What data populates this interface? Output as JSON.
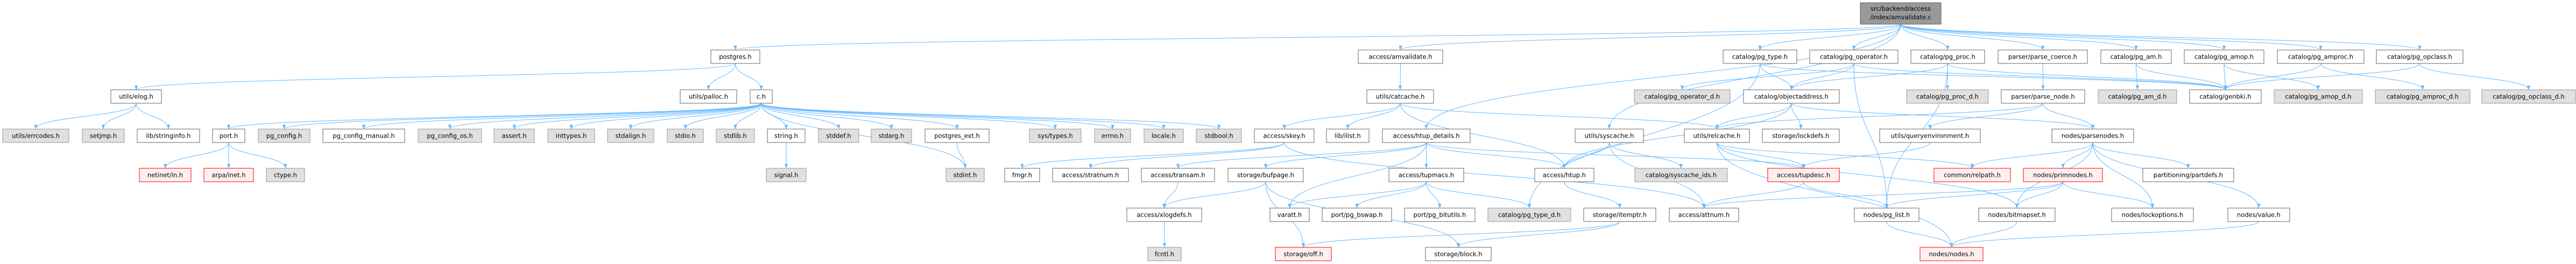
{
  "graph": {
    "title": "Include dependency graph for amvalidate.c",
    "root": {
      "line1": "src/backend/access",
      "line2": "/index/amvalidate.c"
    },
    "colors": {
      "edge": "#63b8ff",
      "normal": "#ffffff",
      "external": "#e0e0e0",
      "missing_border": "#ff0000",
      "root": "#999999"
    },
    "nodes": [
      {
        "id": "postgres",
        "label": "postgres.h",
        "kind": "normal"
      },
      {
        "id": "amvalidate_h",
        "label": "access/amvalidate.h",
        "kind": "normal"
      },
      {
        "id": "pg_type",
        "label": "catalog/pg_type.h",
        "kind": "normal"
      },
      {
        "id": "pg_operator",
        "label": "catalog/pg_operator.h",
        "kind": "normal"
      },
      {
        "id": "pg_proc",
        "label": "catalog/pg_proc.h",
        "kind": "normal"
      },
      {
        "id": "parse_coerce",
        "label": "parser/parse_coerce.h",
        "kind": "normal"
      },
      {
        "id": "pg_am",
        "label": "catalog/pg_am.h",
        "kind": "normal"
      },
      {
        "id": "pg_amop",
        "label": "catalog/pg_amop.h",
        "kind": "normal"
      },
      {
        "id": "pg_amproc",
        "label": "catalog/pg_amproc.h",
        "kind": "normal"
      },
      {
        "id": "pg_opclass",
        "label": "catalog/pg_opclass.h",
        "kind": "normal"
      },
      {
        "id": "elog",
        "label": "utils/elog.h",
        "kind": "normal"
      },
      {
        "id": "palloc",
        "label": "utils/palloc.h",
        "kind": "normal"
      },
      {
        "id": "c",
        "label": "c.h",
        "kind": "normal"
      },
      {
        "id": "catcache",
        "label": "utils/catcache.h",
        "kind": "normal"
      },
      {
        "id": "pg_operator_d",
        "label": "catalog/pg_operator_d.h",
        "kind": "external"
      },
      {
        "id": "objectaddress",
        "label": "catalog/objectaddress.h",
        "kind": "normal"
      },
      {
        "id": "pg_proc_d",
        "label": "catalog/pg_proc_d.h",
        "kind": "external"
      },
      {
        "id": "parse_node",
        "label": "parser/parse_node.h",
        "kind": "normal"
      },
      {
        "id": "pg_am_d",
        "label": "catalog/pg_am_d.h",
        "kind": "external"
      },
      {
        "id": "genbki",
        "label": "catalog/genbki.h",
        "kind": "normal"
      },
      {
        "id": "pg_amop_d",
        "label": "catalog/pg_amop_d.h",
        "kind": "external"
      },
      {
        "id": "pg_amproc_d",
        "label": "catalog/pg_amproc_d.h",
        "kind": "external"
      },
      {
        "id": "pg_opclass_d",
        "label": "catalog/pg_opclass_d.h",
        "kind": "external"
      },
      {
        "id": "errcodes",
        "label": "utils/errcodes.h",
        "kind": "external"
      },
      {
        "id": "setjmp",
        "label": "setjmp.h",
        "kind": "external"
      },
      {
        "id": "stringinfo",
        "label": "lib/stringinfo.h",
        "kind": "normal"
      },
      {
        "id": "port",
        "label": "port.h",
        "kind": "normal"
      },
      {
        "id": "pg_config",
        "label": "pg_config.h",
        "kind": "external"
      },
      {
        "id": "pg_config_manual",
        "label": "pg_config_manual.h",
        "kind": "normal"
      },
      {
        "id": "pg_config_os",
        "label": "pg_config_os.h",
        "kind": "external"
      },
      {
        "id": "assert",
        "label": "assert.h",
        "kind": "external"
      },
      {
        "id": "inttypes",
        "label": "inttypes.h",
        "kind": "external"
      },
      {
        "id": "stdalign",
        "label": "stdalign.h",
        "kind": "external"
      },
      {
        "id": "stdio",
        "label": "stdio.h",
        "kind": "external"
      },
      {
        "id": "stdlib",
        "label": "stdlib.h",
        "kind": "external"
      },
      {
        "id": "string",
        "label": "string.h",
        "kind": "normal"
      },
      {
        "id": "stddef",
        "label": "stddef.h",
        "kind": "external"
      },
      {
        "id": "stdarg",
        "label": "stdarg.h",
        "kind": "external"
      },
      {
        "id": "postgres_ext",
        "label": "postgres_ext.h",
        "kind": "normal"
      },
      {
        "id": "systypes",
        "label": "sys/types.h",
        "kind": "external"
      },
      {
        "id": "errno",
        "label": "errno.h",
        "kind": "external"
      },
      {
        "id": "locale",
        "label": "locale.h",
        "kind": "external"
      },
      {
        "id": "stdbool",
        "label": "stdbool.h",
        "kind": "external"
      },
      {
        "id": "skey",
        "label": "access/skey.h",
        "kind": "normal"
      },
      {
        "id": "ilist",
        "label": "lib/ilist.h",
        "kind": "normal"
      },
      {
        "id": "htup_details",
        "label": "access/htup_details.h",
        "kind": "normal"
      },
      {
        "id": "syscache",
        "label": "utils/syscache.h",
        "kind": "normal"
      },
      {
        "id": "relcache",
        "label": "utils/relcache.h",
        "kind": "normal"
      },
      {
        "id": "lockdefs",
        "label": "storage/lockdefs.h",
        "kind": "normal"
      },
      {
        "id": "queryenv",
        "label": "utils/queryenvironment.h",
        "kind": "normal"
      },
      {
        "id": "parsenodes",
        "label": "nodes/parsenodes.h",
        "kind": "normal"
      },
      {
        "id": "netinet",
        "label": "netinet/in.h",
        "kind": "missing"
      },
      {
        "id": "arpa",
        "label": "arpa/inet.h",
        "kind": "missing"
      },
      {
        "id": "ctype",
        "label": "ctype.h",
        "kind": "external"
      },
      {
        "id": "signal",
        "label": "signal.h",
        "kind": "external"
      },
      {
        "id": "stdint",
        "label": "stdint.h",
        "kind": "external"
      },
      {
        "id": "fmgr",
        "label": "fmgr.h",
        "kind": "normal"
      },
      {
        "id": "stratnum",
        "label": "access/stratnum.h",
        "kind": "normal"
      },
      {
        "id": "transam",
        "label": "access/transam.h",
        "kind": "normal"
      },
      {
        "id": "bufpage",
        "label": "storage/bufpage.h",
        "kind": "normal"
      },
      {
        "id": "tupmacs",
        "label": "access/tupmacs.h",
        "kind": "normal"
      },
      {
        "id": "htup",
        "label": "access/htup.h",
        "kind": "normal"
      },
      {
        "id": "syscache_ids",
        "label": "catalog/syscache_ids.h",
        "kind": "external"
      },
      {
        "id": "tupdesc",
        "label": "access/tupdesc.h",
        "kind": "missing"
      },
      {
        "id": "relpath",
        "label": "common/relpath.h",
        "kind": "missing"
      },
      {
        "id": "primnodes",
        "label": "nodes/primnodes.h",
        "kind": "missing"
      },
      {
        "id": "partdefs",
        "label": "partitioning/partdefs.h",
        "kind": "normal"
      },
      {
        "id": "xlogdefs",
        "label": "access/xlogdefs.h",
        "kind": "normal"
      },
      {
        "id": "varatt",
        "label": "varatt.h",
        "kind": "normal"
      },
      {
        "id": "pg_bswap",
        "label": "port/pg_bswap.h",
        "kind": "normal"
      },
      {
        "id": "pg_bitutils",
        "label": "port/pg_bitutils.h",
        "kind": "normal"
      },
      {
        "id": "pg_type_d",
        "label": "catalog/pg_type_d.h",
        "kind": "external"
      },
      {
        "id": "itemptr",
        "label": "storage/itemptr.h",
        "kind": "normal"
      },
      {
        "id": "attnum",
        "label": "access/attnum.h",
        "kind": "normal"
      },
      {
        "id": "pg_list",
        "label": "nodes/pg_list.h",
        "kind": "normal"
      },
      {
        "id": "bitmapset",
        "label": "nodes/bitmapset.h",
        "kind": "normal"
      },
      {
        "id": "lockoptions",
        "label": "nodes/lockoptions.h",
        "kind": "normal"
      },
      {
        "id": "value",
        "label": "nodes/value.h",
        "kind": "normal"
      },
      {
        "id": "fcntl",
        "label": "fcntl.h",
        "kind": "external"
      },
      {
        "id": "off",
        "label": "storage/off.h",
        "kind": "missing"
      },
      {
        "id": "block",
        "label": "storage/block.h",
        "kind": "normal"
      },
      {
        "id": "nodes",
        "label": "nodes/nodes.h",
        "kind": "missing"
      }
    ],
    "edges": [
      [
        "root",
        "postgres"
      ],
      [
        "root",
        "amvalidate_h"
      ],
      [
        "root",
        "htup_details"
      ],
      [
        "root",
        "pg_am"
      ],
      [
        "root",
        "pg_amop"
      ],
      [
        "root",
        "pg_amproc"
      ],
      [
        "root",
        "pg_opclass"
      ],
      [
        "root",
        "pg_operator"
      ],
      [
        "root",
        "pg_proc"
      ],
      [
        "root",
        "pg_type"
      ],
      [
        "root",
        "parse_coerce"
      ],
      [
        "root",
        "syscache"
      ],
      [
        "postgres",
        "elog"
      ],
      [
        "postgres",
        "palloc"
      ],
      [
        "postgres",
        "c"
      ],
      [
        "elog",
        "errcodes"
      ],
      [
        "elog",
        "setjmp"
      ],
      [
        "elog",
        "stringinfo"
      ],
      [
        "c",
        "port"
      ],
      [
        "c",
        "pg_config"
      ],
      [
        "c",
        "pg_config_manual"
      ],
      [
        "c",
        "pg_config_os"
      ],
      [
        "c",
        "assert"
      ],
      [
        "c",
        "inttypes"
      ],
      [
        "c",
        "stdalign"
      ],
      [
        "c",
        "stdio"
      ],
      [
        "c",
        "stdlib"
      ],
      [
        "c",
        "string"
      ],
      [
        "c",
        "stddef"
      ],
      [
        "c",
        "stdarg"
      ],
      [
        "c",
        "postgres_ext"
      ],
      [
        "c",
        "stdint"
      ],
      [
        "c",
        "systypes"
      ],
      [
        "c",
        "errno"
      ],
      [
        "c",
        "locale"
      ],
      [
        "c",
        "stdbool"
      ],
      [
        "port",
        "netinet"
      ],
      [
        "port",
        "arpa"
      ],
      [
        "port",
        "ctype"
      ],
      [
        "string",
        "signal"
      ],
      [
        "postgres_ext",
        "stdint"
      ],
      [
        "amvalidate_h",
        "catcache"
      ],
      [
        "catcache",
        "skey"
      ],
      [
        "catcache",
        "ilist"
      ],
      [
        "catcache",
        "htup"
      ],
      [
        "catcache",
        "relcache"
      ],
      [
        "skey",
        "fmgr"
      ],
      [
        "skey",
        "stratnum"
      ],
      [
        "skey",
        "attnum"
      ],
      [
        "htup_details",
        "transam"
      ],
      [
        "htup_details",
        "bufpage"
      ],
      [
        "htup_details",
        "varatt"
      ],
      [
        "htup_details",
        "tupmacs"
      ],
      [
        "htup_details",
        "htup"
      ],
      [
        "htup_details",
        "tupdesc"
      ],
      [
        "transam",
        "xlogdefs"
      ],
      [
        "bufpage",
        "xlogdefs"
      ],
      [
        "bufpage",
        "off"
      ],
      [
        "bufpage",
        "block"
      ],
      [
        "xlogdefs",
        "fcntl"
      ],
      [
        "tupmacs",
        "varatt"
      ],
      [
        "tupmacs",
        "pg_bswap"
      ],
      [
        "tupmacs",
        "pg_bitutils"
      ],
      [
        "tupmacs",
        "pg_type_d"
      ],
      [
        "htup",
        "itemptr"
      ],
      [
        "itemptr",
        "off"
      ],
      [
        "itemptr",
        "block"
      ],
      [
        "syscache",
        "htup"
      ],
      [
        "syscache",
        "syscache_ids"
      ],
      [
        "syscache",
        "attnum"
      ],
      [
        "relcache",
        "tupdesc"
      ],
      [
        "relcache",
        "bitmapset"
      ],
      [
        "relcache",
        "relpath"
      ],
      [
        "relcache",
        "nodes"
      ],
      [
        "pg_type",
        "genbki"
      ],
      [
        "pg_type",
        "objectaddress"
      ],
      [
        "pg_type",
        "pg_type_d"
      ],
      [
        "pg_operator",
        "genbki"
      ],
      [
        "pg_operator",
        "objectaddress"
      ],
      [
        "pg_operator",
        "pg_operator_d"
      ],
      [
        "pg_operator",
        "pg_list"
      ],
      [
        "pg_proc",
        "genbki"
      ],
      [
        "pg_proc",
        "objectaddress"
      ],
      [
        "pg_proc",
        "pg_proc_d"
      ],
      [
        "pg_proc",
        "pg_list"
      ],
      [
        "objectaddress",
        "htup"
      ],
      [
        "objectaddress",
        "parsenodes"
      ],
      [
        "objectaddress",
        "lockdefs"
      ],
      [
        "objectaddress",
        "relcache"
      ],
      [
        "parse_coerce",
        "parse_node"
      ],
      [
        "parse_node",
        "parsenodes"
      ],
      [
        "parse_node",
        "queryenv"
      ],
      [
        "parse_node",
        "relcache"
      ],
      [
        "queryenv",
        "tupdesc"
      ],
      [
        "tupdesc",
        "attnum"
      ],
      [
        "tupdesc",
        "pg_list"
      ],
      [
        "parsenodes",
        "relpath"
      ],
      [
        "parsenodes",
        "primnodes"
      ],
      [
        "parsenodes",
        "bitmapset"
      ],
      [
        "parsenodes",
        "partdefs"
      ],
      [
        "parsenodes",
        "lockoptions"
      ],
      [
        "parsenodes",
        "value"
      ],
      [
        "primnodes",
        "attnum"
      ],
      [
        "primnodes",
        "pg_list"
      ],
      [
        "primnodes",
        "bitmapset"
      ],
      [
        "primnodes",
        "lockoptions"
      ],
      [
        "pg_list",
        "nodes"
      ],
      [
        "bitmapset",
        "nodes"
      ],
      [
        "value",
        "nodes"
      ],
      [
        "pg_am",
        "genbki"
      ],
      [
        "pg_am",
        "pg_am_d"
      ],
      [
        "pg_amop",
        "genbki"
      ],
      [
        "pg_amop",
        "pg_amop_d"
      ],
      [
        "pg_amproc",
        "genbki"
      ],
      [
        "pg_amproc",
        "pg_amproc_d"
      ],
      [
        "pg_opclass",
        "genbki"
      ],
      [
        "pg_opclass",
        "pg_opclass_d"
      ]
    ]
  }
}
